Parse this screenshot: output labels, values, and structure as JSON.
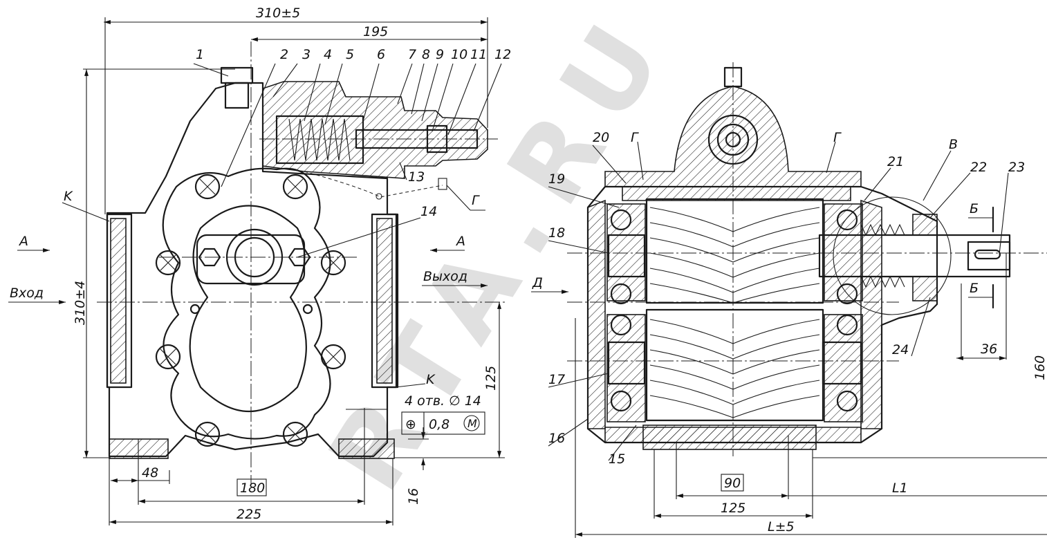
{
  "left_view": {
    "dimensions": {
      "overall_width": "310±5",
      "right_offset": "195",
      "overall_height": "310±4",
      "axis_height": "125",
      "base_thickness": "16",
      "bolt_spacing_boxed": "180",
      "base_width": "225",
      "edge_offset": "48"
    },
    "callouts": [
      "1",
      "2",
      "3",
      "4",
      "5",
      "6",
      "7",
      "8",
      "9",
      "10",
      "11",
      "12",
      "13",
      "14"
    ],
    "letters": {
      "k_top": "K",
      "k_bottom": "K",
      "g": "Г",
      "a_left": "А",
      "a_right": "А"
    },
    "flow": {
      "inlet": "Вход",
      "outlet": "Выход"
    },
    "holes_note": "4 отв. ∅ 14",
    "tolerance_frame": {
      "symbol": "⊕",
      "value": "0,8",
      "modifier": "M"
    }
  },
  "right_view": {
    "callouts": [
      "15",
      "16",
      "17",
      "18",
      "19",
      "20",
      "21",
      "22",
      "23",
      "24"
    ],
    "letters": {
      "g1": "Г",
      "g2": "Г",
      "v": "В",
      "b_top": "Б",
      "b_bottom": "Б",
      "d": "Д"
    },
    "dimensions": {
      "pitch_boxed": "90",
      "width_125": "125",
      "length": "L±5",
      "l1": "L1",
      "shaft_36": "36",
      "height_160": "160"
    }
  },
  "watermark": "RTA.RU"
}
